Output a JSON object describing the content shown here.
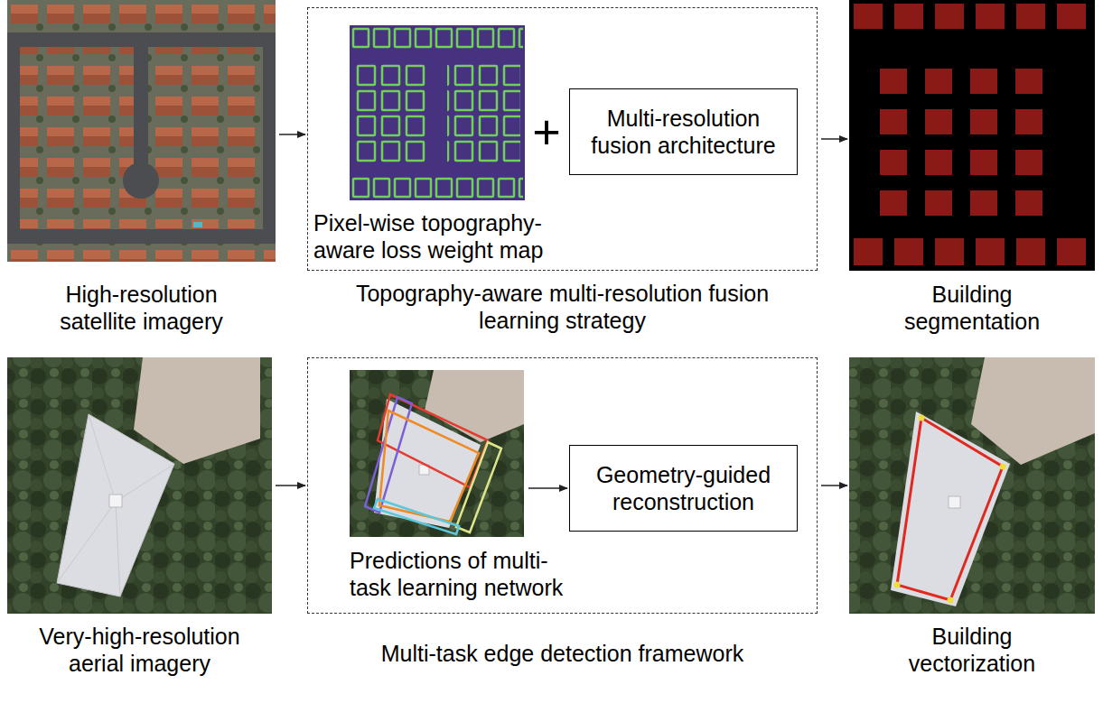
{
  "diagram": {
    "nodes": [
      {
        "text": [
          "High-resolution satellite imagery"
        ]
      },
      {
        "text": [
          "Topography-aware multi-resolution fusion learning strategy"
        ]
      },
      {
        "text": [
          "Pixel-wise topography-aware loss weight map"
        ],
        "in": 1
      },
      {
        "text": [
          "Multi-resolution fusion architecture"
        ],
        "in": 1
      },
      {
        "text": [
          "Building segmentation"
        ]
      },
      {
        "text": [
          "Very-high-resolution aerial imagery"
        ]
      },
      {
        "text": [
          "Multi-task edge detection framework"
        ]
      },
      {
        "text": [
          "Predictions of multi-task learning network"
        ],
        "in": 6
      },
      {
        "text": [
          "Geometry-guided reconstruction"
        ],
        "in": 6
      },
      {
        "text": [
          "Building vectorization"
        ]
      }
    ],
    "edges": [
      {
        "from": 0,
        "to": 1,
        "arrow": "to"
      },
      {
        "from": 1,
        "to": 4,
        "arrow": "to"
      },
      {
        "from": 5,
        "to": 6,
        "arrow": "to"
      },
      {
        "from": 7,
        "to": 8,
        "arrow": "to"
      },
      {
        "from": 6,
        "to": 9,
        "arrow": "to"
      }
    ],
    "labels": [
      "+"
    ]
  }
}
